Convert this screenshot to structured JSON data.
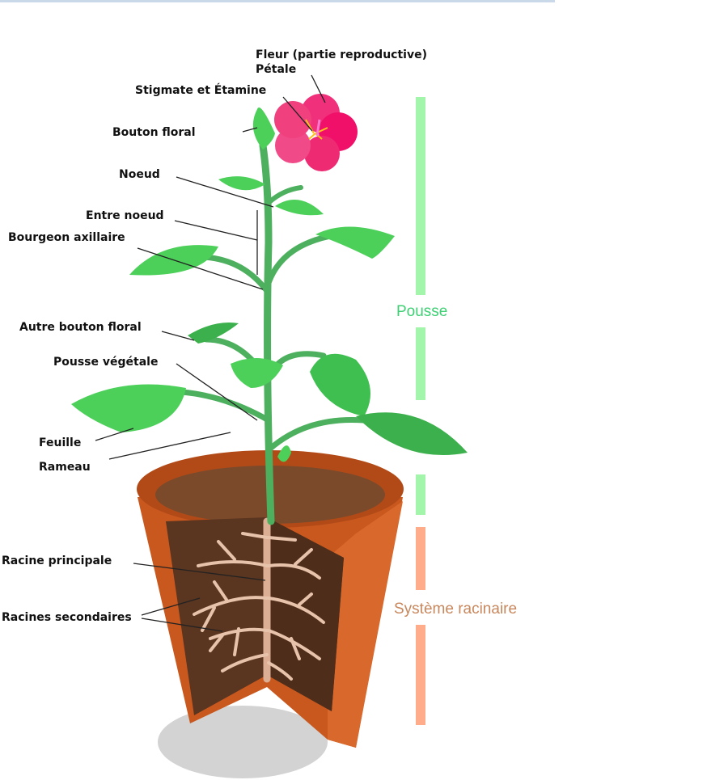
{
  "labels": {
    "fleur": "Fleur (partie reproductive)",
    "petale": "Pétale",
    "stigmate": "Stigmate et Étamine",
    "bouton_floral": "Bouton floral",
    "noeud": "Noeud",
    "entre_noeud": "Entre noeud",
    "bourgeon": "Bourgeon axillaire",
    "autre_bouton": "Autre bouton floral",
    "pousse_vegetale": "Pousse végétale",
    "feuille": "Feuille",
    "rameau": "Rameau",
    "racine_principale": "Racine principale",
    "racines_secondaires": "Racines secondaires"
  },
  "sections": {
    "pousse": "Pousse",
    "racinaire": "Système racinaire"
  },
  "colors": {
    "pousse": "#3fcf74",
    "pousse_bar": "#a3f5ab",
    "racinaire": "#c8875c",
    "racinaire_bar": "#ffac8a"
  }
}
